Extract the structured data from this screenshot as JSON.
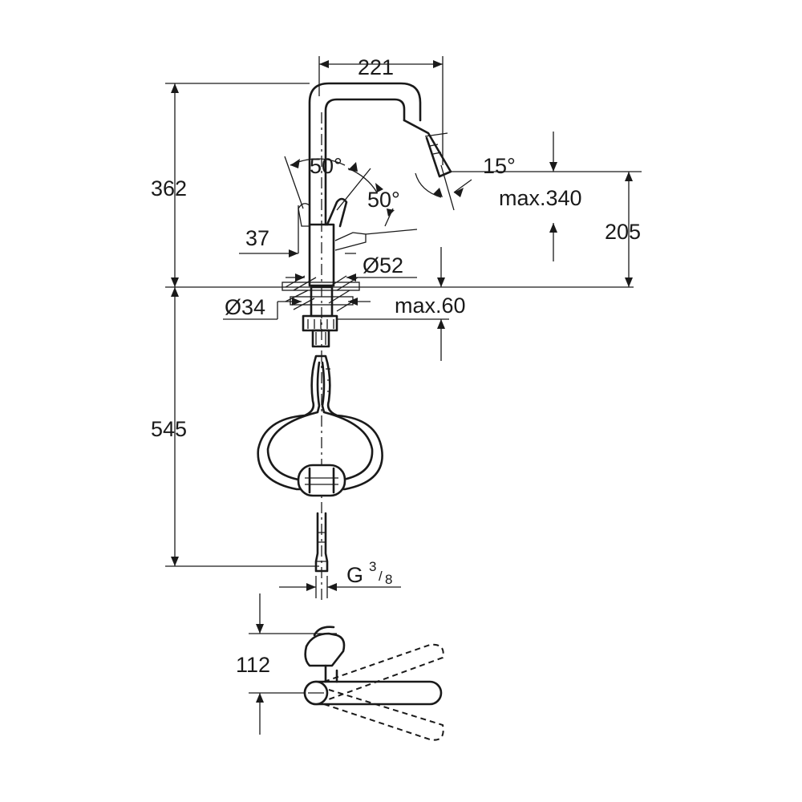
{
  "dimensions": {
    "spout_reach": "221",
    "total_height": "362",
    "spout_swivel_angle": "50°",
    "lever_angle": "50°",
    "spray_angle": "15°",
    "max_outlet_height": "max.340",
    "outlet_height": "205",
    "lever_offset": "37",
    "base_diameter": "Ø52",
    "hole_diameter": "Ø34",
    "max_deck_thickness": "max.60",
    "hose_length": "545",
    "connection_thread": "G",
    "connection_fraction_num": "3",
    "connection_fraction_den": "8",
    "plan_depth": "112"
  },
  "colors": {
    "line": "#1a1a1a",
    "background": "#ffffff"
  }
}
